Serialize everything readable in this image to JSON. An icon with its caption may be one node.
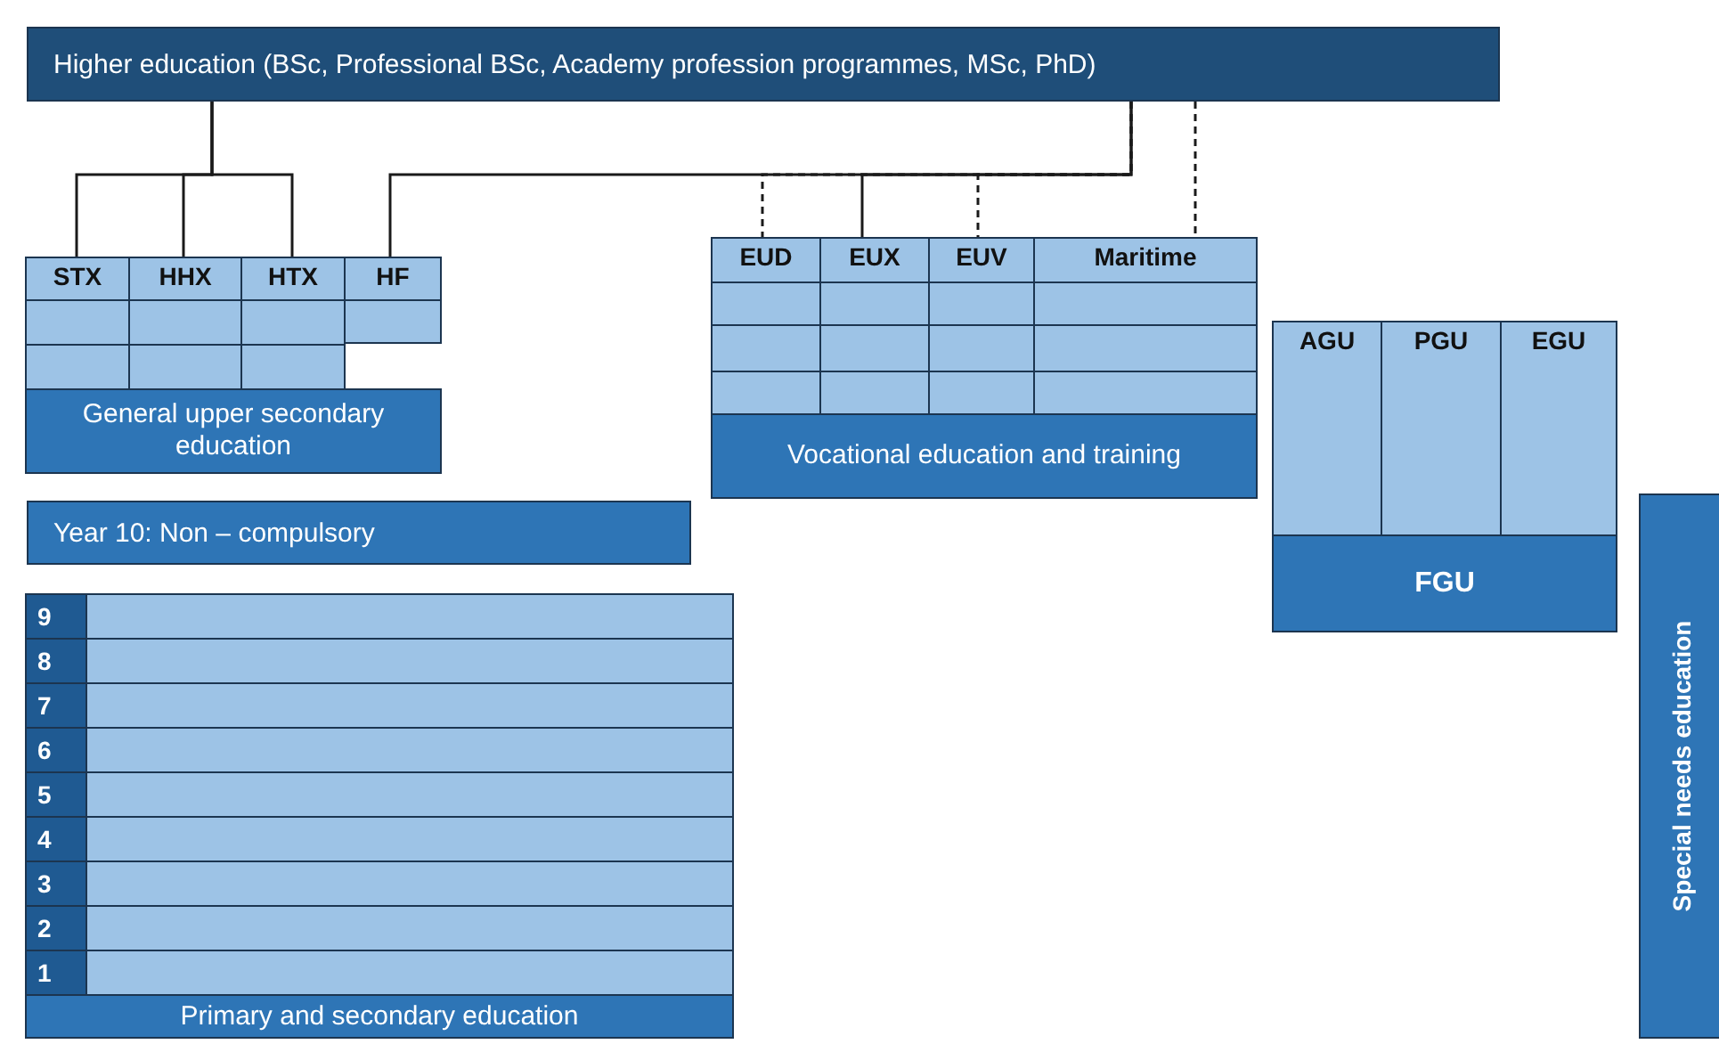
{
  "diagram": {
    "nodes": [
      {
        "text": [
          "Higher education (BSc, Professional BSc, Academy profession programmes, MSc, PhD)"
        ]
      },
      {
        "text": [
          "STX"
        ]
      },
      {
        "text": [
          "HHX"
        ]
      },
      {
        "text": [
          "HTX"
        ]
      },
      {
        "text": [
          "HF"
        ]
      },
      {
        "text": [
          "General upper secondary education"
        ]
      },
      {
        "text": [
          "EUD"
        ]
      },
      {
        "text": [
          "EUX"
        ]
      },
      {
        "text": [
          "EUV"
        ]
      },
      {
        "text": [
          "Maritime"
        ]
      },
      {
        "text": [
          "Vocational education and training"
        ]
      },
      {
        "text": [
          "AGU"
        ]
      },
      {
        "text": [
          "PGU"
        ]
      },
      {
        "text": [
          "EGU"
        ]
      },
      {
        "text": [
          "FGU"
        ]
      },
      {
        "text": [
          "Year 10: Non – compulsory"
        ]
      },
      {
        "text": [
          "9"
        ]
      },
      {
        "text": [
          "8"
        ]
      },
      {
        "text": [
          "7"
        ]
      },
      {
        "text": [
          "6"
        ]
      },
      {
        "text": [
          "5"
        ]
      },
      {
        "text": [
          "4"
        ]
      },
      {
        "text": [
          "3"
        ]
      },
      {
        "text": [
          "2"
        ]
      },
      {
        "text": [
          "1"
        ]
      },
      {
        "text": [
          "Primary and secondary education"
        ]
      },
      {
        "text": [
          "Special needs education"
        ]
      }
    ],
    "edges": [
      {
        "from": 0,
        "to": 1,
        "arrow": "none"
      },
      {
        "from": 0,
        "to": 2,
        "arrow": "none"
      },
      {
        "from": 0,
        "to": 3,
        "arrow": "none"
      },
      {
        "from": 0,
        "to": 4,
        "arrow": "none"
      },
      {
        "from": 0,
        "to": 7,
        "arrow": "none"
      },
      {
        "from": 0,
        "to": 6,
        "arrow": "none",
        "style": "dashed"
      },
      {
        "from": 0,
        "to": 8,
        "arrow": "none",
        "style": "dashed"
      },
      {
        "from": 0,
        "to": 9,
        "arrow": "none",
        "style": "dashed"
      }
    ]
  }
}
